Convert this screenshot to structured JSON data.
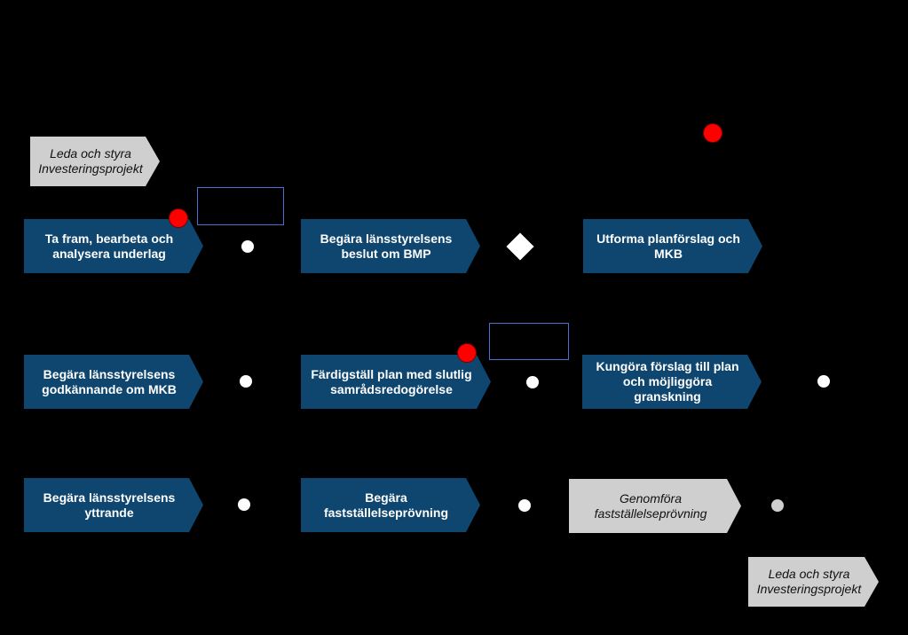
{
  "diagram": {
    "external": {
      "top_left": "Leda och styra Investeringsprojekt",
      "bottom_right": "Leda och styra Investeringsprojekt",
      "row3_c3": "Genomföra fastställelseprövning"
    },
    "steps": {
      "row1_c1": "Ta fram, bearbeta och analysera underlag",
      "row1_c2": "Begära länsstyrelsens beslut om BMP",
      "row1_c3": "Utforma planförslag och MKB",
      "row2_c1": "Begära länsstyrelsens godkännande om MKB",
      "row2_c2": "Färdigställ plan med slutlig samrådsredogörelse",
      "row2_c3": "Kungöra förslag till plan och möjliggöra granskning",
      "row3_c1": "Begära länsstyrelsens yttrande",
      "row3_c2": "Begära fastställelseprövning"
    },
    "colors": {
      "background": "#000000",
      "step_fill": "#0e4670",
      "external_fill": "#cfcfcf",
      "marker_red": "#ff0000",
      "frame_border": "#4a6fd0"
    }
  }
}
